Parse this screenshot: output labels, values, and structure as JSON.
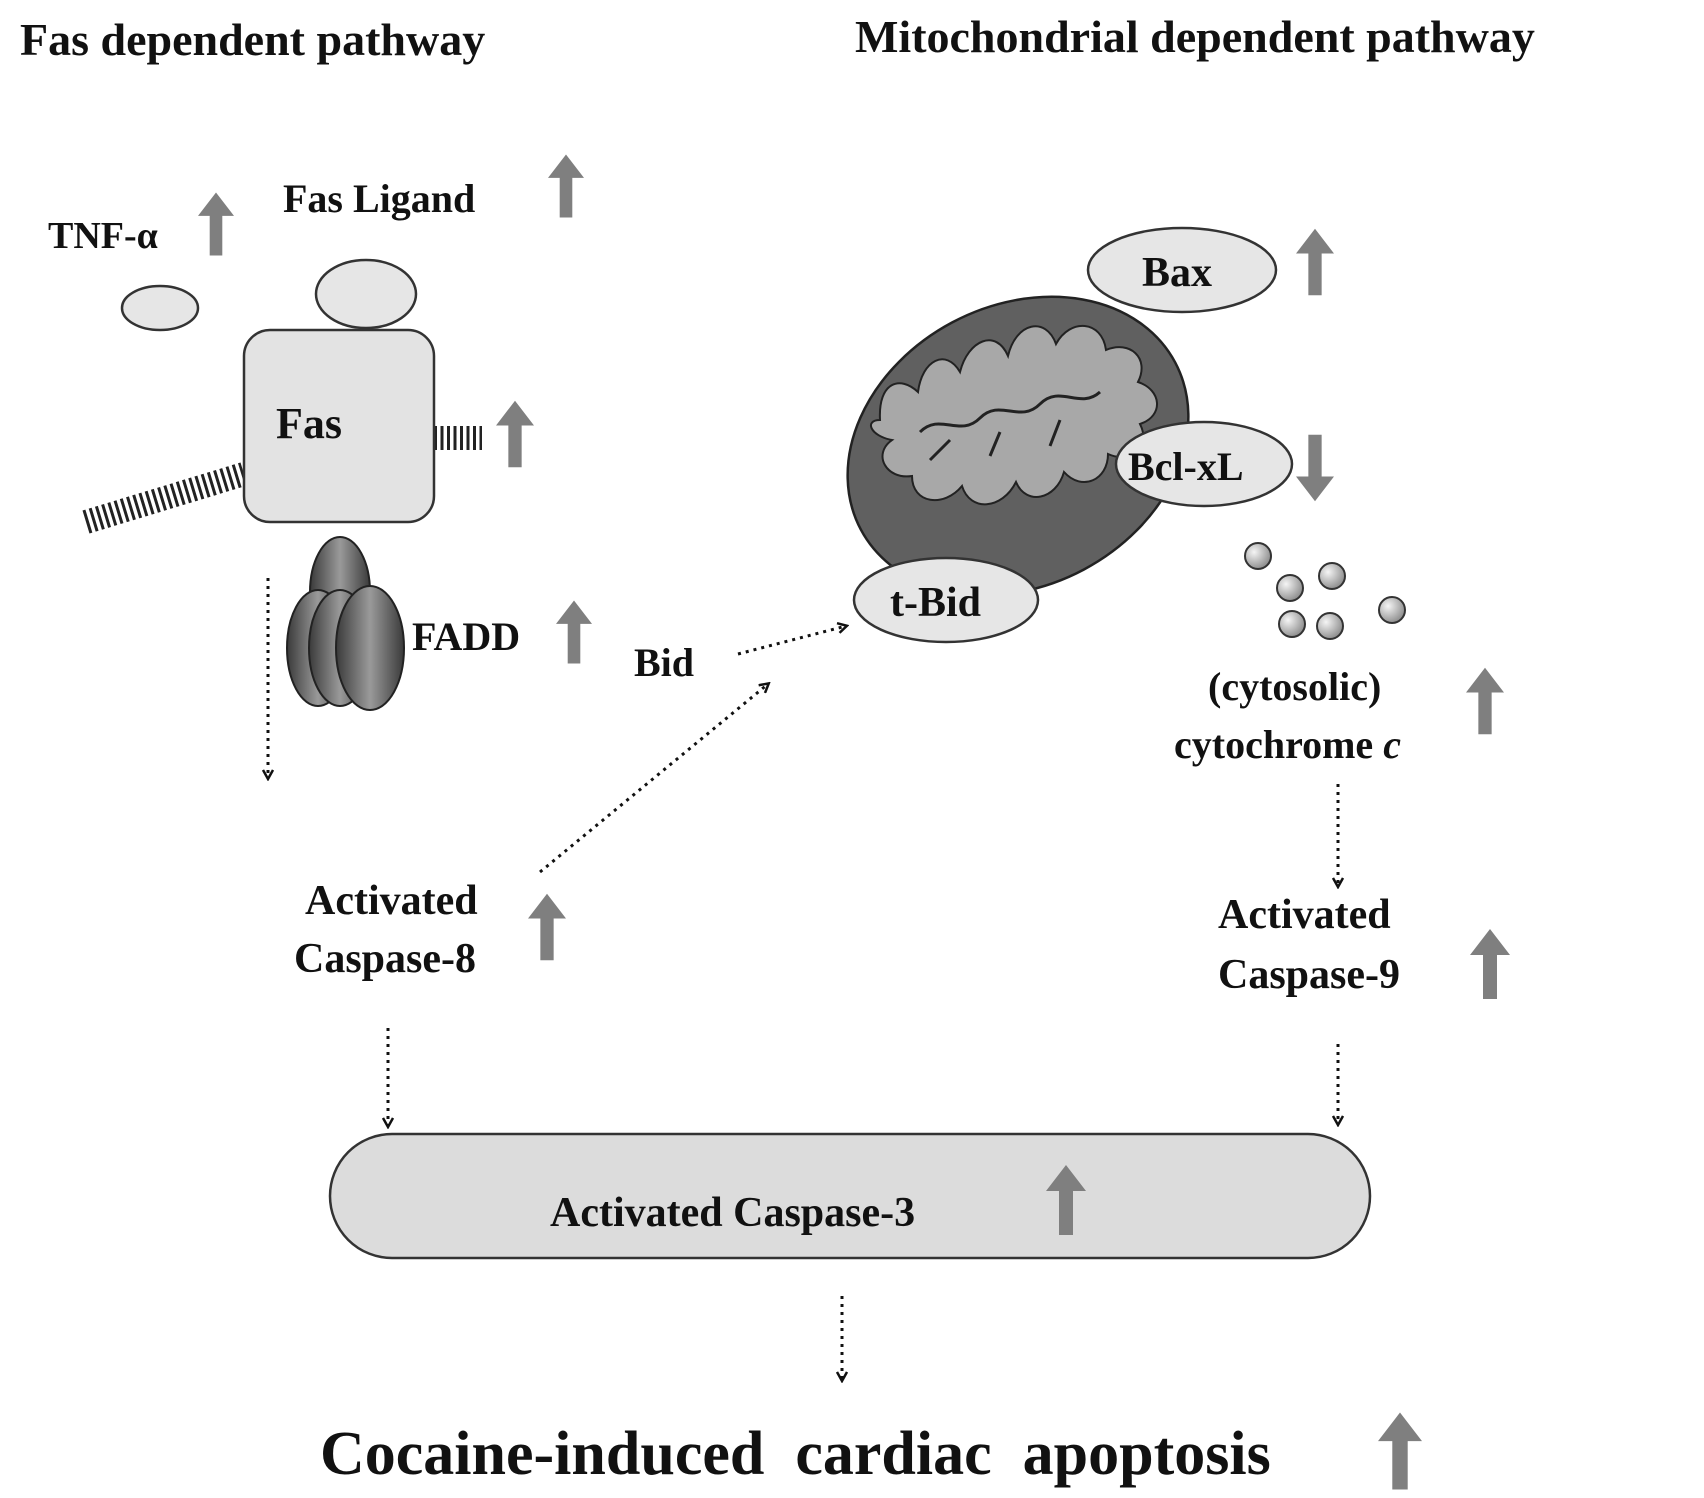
{
  "headers": {
    "fas_pathway": "Fas dependent pathway",
    "mito_pathway": "Mitochondrial dependent pathway"
  },
  "labels": {
    "tnf": "TNF-α",
    "fas_ligand": "Fas Ligand",
    "fas": "Fas",
    "fadd": "FADD",
    "bid": "Bid",
    "tbid": "t-Bid",
    "bax": "Bax",
    "bclxl": "Bcl-xL",
    "cyto_line1": "(cytosolic)",
    "cyto_line2_main": "cytochrome ",
    "cyto_line2_italic": "c",
    "casp8_line1": "Activated",
    "casp8_line2": "Caspase-8",
    "casp9_line1": "Activated",
    "casp9_line2": "Caspase-9",
    "casp3": "Activated Caspase-3",
    "outcome": "Cocaine-induced  cardiac  apoptosis"
  },
  "regulation": {
    "tnf": "up",
    "fas_ligand": "up",
    "fas": "up",
    "fadd": "up",
    "bax": "up",
    "bclxl": "down",
    "cytochrome_c": "up",
    "caspase_8": "up",
    "caspase_9": "up",
    "caspase_3": "up",
    "apoptosis": "up"
  },
  "colors": {
    "arrow_gray": "#7f7f7f",
    "mitochondrion": "#606060",
    "cristae": "#a8a8a8",
    "ellipse_fill": "#e4e4e4",
    "caspase3_fill": "#dcdcdc",
    "text": "#111111"
  }
}
